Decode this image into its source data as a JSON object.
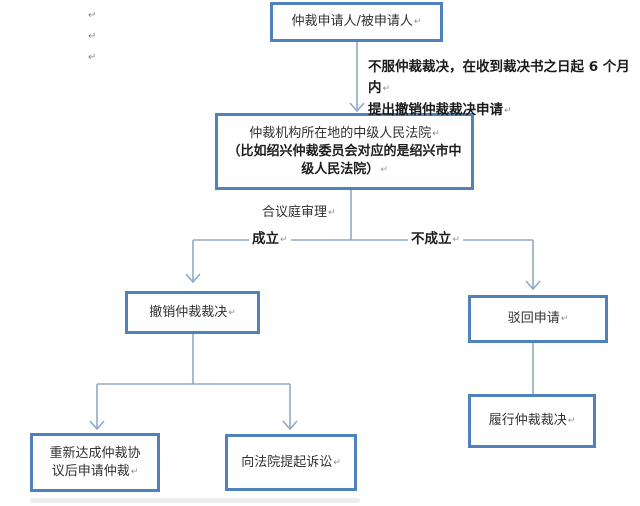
{
  "symbols": {
    "return_mark": "↵"
  },
  "colors": {
    "box_border": "#4f81bd",
    "connector": "#8fa9c9",
    "text": "#303030",
    "bold_text": "#1a1a1a"
  },
  "flowchart": {
    "nodes": {
      "applicant": {
        "label": "仲裁申请人/被申请人"
      },
      "court": {
        "line1": "仲裁机构所在地的中级人民法院",
        "line2": "（比如绍兴仲裁委员会对应的是绍兴市中级人民法院）"
      },
      "revoke": {
        "label": "撤销仲裁裁决"
      },
      "reject": {
        "label": "驳回申请"
      },
      "reapply": {
        "label": "重新达成仲裁协议后申请仲裁"
      },
      "lawsuit": {
        "label": "向法院提起诉讼"
      },
      "perform": {
        "label": "履行仲裁裁决"
      }
    },
    "annotations": {
      "appeal_note_line1": "不服仲裁裁决，在收到裁决书之日起 6 个月内",
      "appeal_note_line2": "提出撤销仲裁裁决申请",
      "panel_review": "合议庭审理",
      "established": "成立",
      "not_established": "不成立"
    }
  }
}
